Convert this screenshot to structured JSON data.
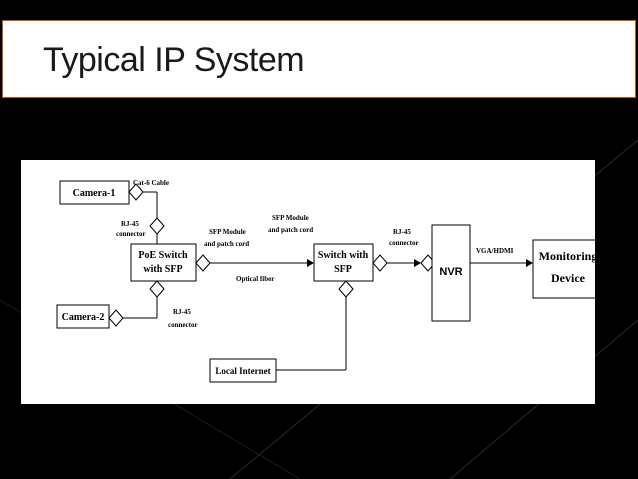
{
  "slide": {
    "title": "Typical IP System"
  },
  "diagram": {
    "nodes": {
      "camera1": "Camera-1",
      "camera2": "Camera-2",
      "poe_line1": "PoE Switch",
      "poe_line2": "with SFP",
      "switch_line1": "Switch with",
      "switch_line2": "SFP",
      "nvr": "NVR",
      "monitor_line1": "Monitoring",
      "monitor_line2": "Device",
      "local_internet": "Local Internet"
    },
    "labels": {
      "cat6": "Cat-6 Cable",
      "rj45_top_1": "RJ-45",
      "rj45_top_2": "connector",
      "rj45_bottom_1": "RJ-45",
      "rj45_bottom_2": "connector",
      "sfp_left_1": "SFP Module",
      "sfp_left_2": "and patch cord",
      "sfp_right_1": "SFP Module",
      "sfp_right_2": "and patch cord",
      "optical": "Optical fiber",
      "rj45_nvr_1": "RJ-45",
      "rj45_nvr_2": "connector",
      "vga": "VGA/HDMI"
    }
  }
}
